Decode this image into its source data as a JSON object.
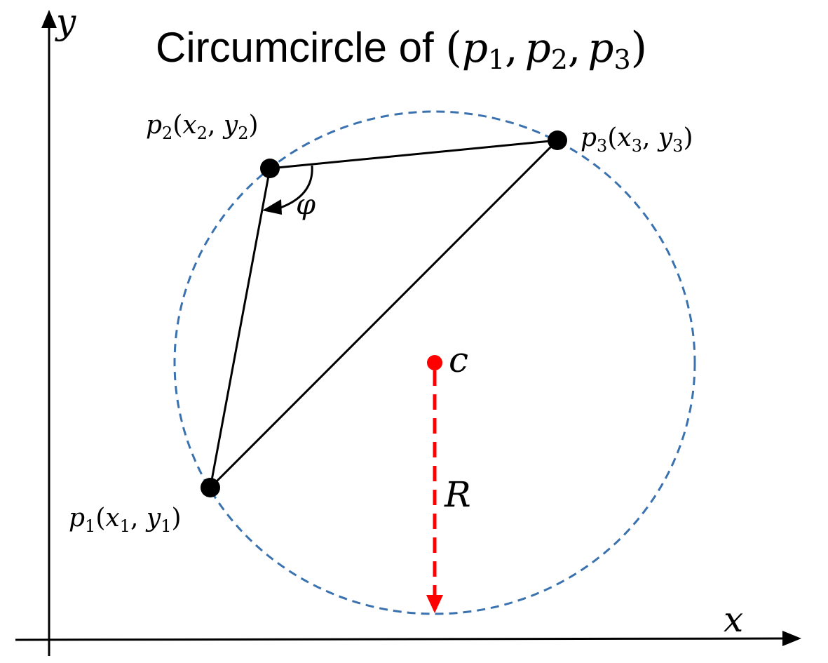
{
  "title": {
    "prefix": "Circumcircle of ",
    "open": "(",
    "close": ")",
    "sep": ",",
    "p": "p",
    "s1": "1",
    "s2": "2",
    "s3": "3"
  },
  "axes": {
    "x_label": "x",
    "y_label": "y"
  },
  "points": {
    "p1": {
      "name": "p",
      "sub": "1",
      "x": "x",
      "y": "y"
    },
    "p2": {
      "name": "p",
      "sub": "2",
      "x": "x",
      "y": "y"
    },
    "p3": {
      "name": "p",
      "sub": "3",
      "x": "x",
      "y": "y"
    }
  },
  "angle_label": "φ",
  "center_label": "c",
  "radius_label": "R",
  "colors": {
    "circle": "#3a72b0",
    "center": "#ff0000",
    "radius": "#ff0000",
    "lines": "#000000"
  }
}
